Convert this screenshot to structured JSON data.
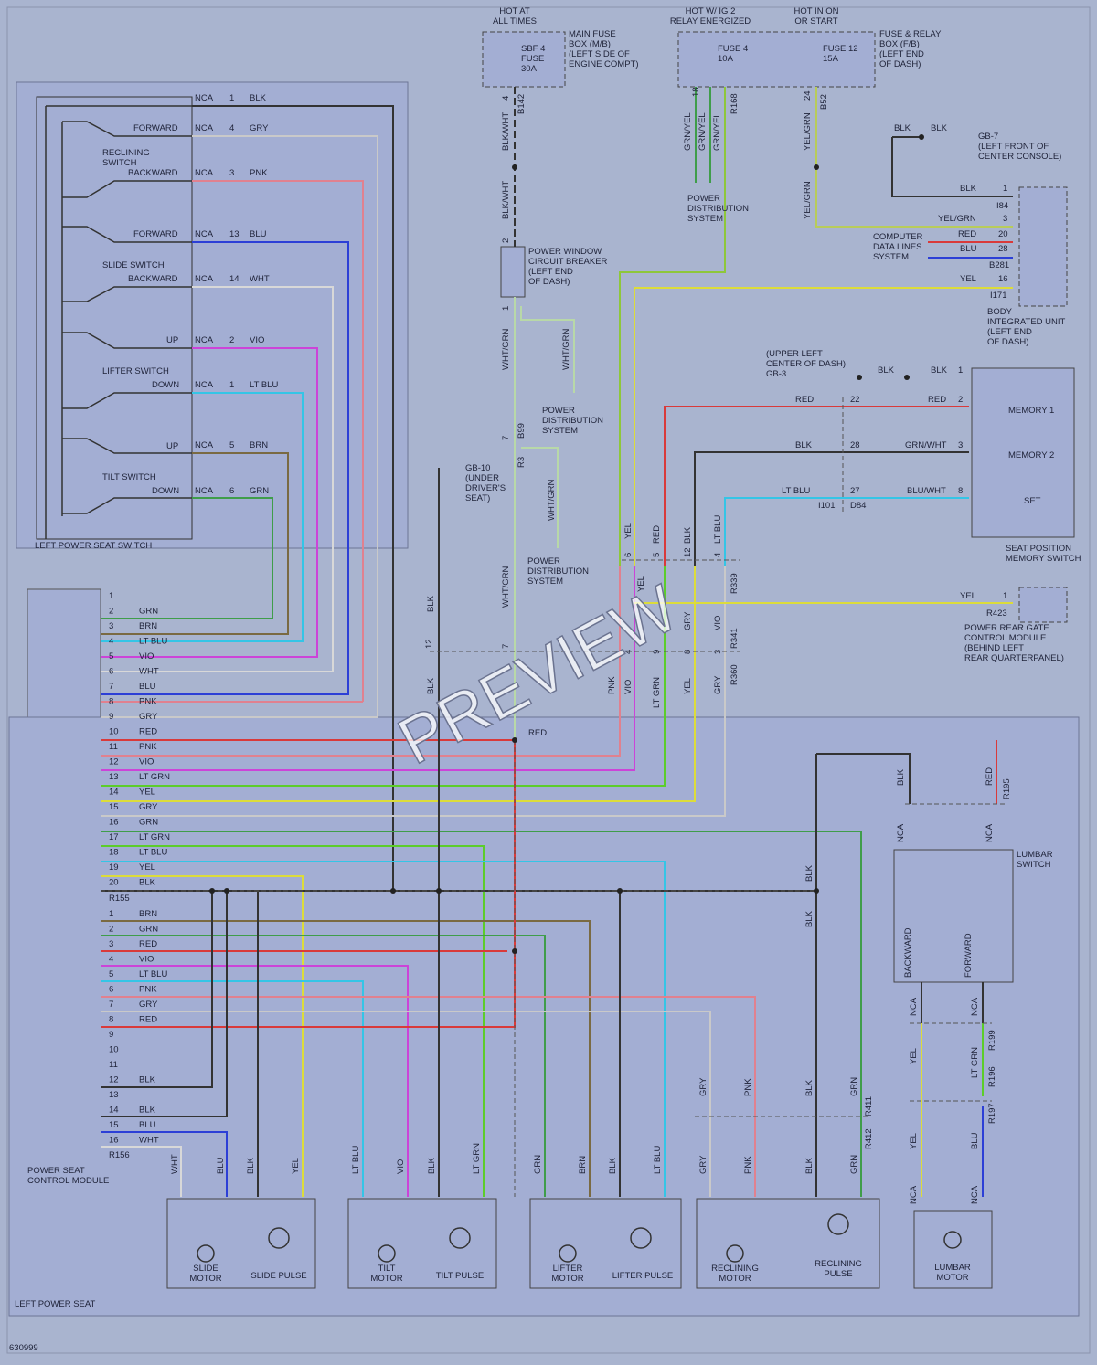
{
  "diagram_code": "630999",
  "watermark": "PREVIEW",
  "colors": {
    "bg": "#a9b4cf",
    "panel": "#a3aed3",
    "red": "#d93a3a",
    "green": "#3f9d4a",
    "blu": "#2c3fd6",
    "ltblu": "#34c5e6",
    "vio": "#cc44d8",
    "pnk": "#e0818f",
    "brn": "#7a6a42",
    "gry": "#c9c9c9",
    "wht": "#d8d8d8",
    "yel": "#dcdc3a",
    "blk": "#333333",
    "ltgrn": "#5ccd2a",
    "grnyel": "#8ec73a"
  },
  "power": {
    "hot_at_all_times": "HOT AT\nALL TIMES",
    "hot_ig2": "HOT W/ IG 2\nRELAY ENERGIZED",
    "hot_in_on": "HOT IN ON\nOR START",
    "main_fuse": "MAIN FUSE\nBOX (M/B)\n(LEFT SIDE OF\nENGINE COMPT)",
    "sbf4": "SBF 4\nFUSE\n30A",
    "fuse4": "FUSE 4\n10A",
    "fuse12": "FUSE 12\n15A",
    "fuse_relay": "FUSE & RELAY\nBOX (F/B)\n(LEFT END\nOF DASH)",
    "breaker": "POWER WINDOW\nCIRCUIT BREAKER\n(LEFT END\nOF DASH)",
    "pds": "POWER\nDISTRIBUTION\nSYSTEM",
    "gb10": "GB-10\n(UNDER\nDRIVER'S\nSEAT)",
    "gb7": "GB-7\n(LEFT FRONT OF\nCENTER CONSOLE)",
    "gb3": "(UPPER LEFT\nCENTER OF DASH)\nGB-3",
    "cdl": "COMPUTER\nDATA LINES\nSYSTEM",
    "biu": "BODY\nINTEGRATED UNIT\n(LEFT END\nOF DASH)",
    "spms": "SEAT POSITION\nMEMORY SWITCH",
    "prg": "POWER REAR GATE\nCONTROL MODULE\n(BEHIND LEFT\nREAR QUARTERPANEL)",
    "memory1": "MEMORY 1",
    "memory2": "MEMORY 2",
    "set": "SET"
  },
  "left_switch": {
    "title": "LEFT POWER SEAT SWITCH",
    "reclining": "RECLINING\nSWITCH",
    "slide": "SLIDE SWITCH",
    "lifter": "LIFTER SWITCH",
    "tilt": "TILT SWITCH",
    "forward": "FORWARD",
    "backward": "BACKWARD",
    "up": "UP",
    "down": "DOWN",
    "pins": [
      {
        "nca": "NCA",
        "pin": "1",
        "wire": "BLK"
      },
      {
        "nca": "NCA",
        "pin": "4",
        "wire": "GRY"
      },
      {
        "nca": "NCA",
        "pin": "3",
        "wire": "PNK"
      },
      {
        "nca": "NCA",
        "pin": "13",
        "wire": "BLU"
      },
      {
        "nca": "NCA",
        "pin": "14",
        "wire": "WHT"
      },
      {
        "nca": "NCA",
        "pin": "2",
        "wire": "VIO"
      },
      {
        "nca": "NCA",
        "pin": "1",
        "wire": "LT BLU"
      },
      {
        "nca": "NCA",
        "pin": "5",
        "wire": "BRN"
      },
      {
        "nca": "NCA",
        "pin": "6",
        "wire": "GRN"
      }
    ]
  },
  "module": {
    "title": "POWER SEAT\nCONTROL MODULE",
    "conn_a": "R155",
    "conn_b": "R156",
    "pins_a": [
      {
        "pin": "1",
        "wire": ""
      },
      {
        "pin": "2",
        "wire": "GRN"
      },
      {
        "pin": "3",
        "wire": "BRN"
      },
      {
        "pin": "4",
        "wire": "LT BLU"
      },
      {
        "pin": "5",
        "wire": "VIO"
      },
      {
        "pin": "6",
        "wire": "WHT"
      },
      {
        "pin": "7",
        "wire": "BLU"
      },
      {
        "pin": "8",
        "wire": "PNK"
      },
      {
        "pin": "9",
        "wire": "GRY"
      },
      {
        "pin": "10",
        "wire": "RED"
      },
      {
        "pin": "11",
        "wire": "PNK"
      },
      {
        "pin": "12",
        "wire": "VIO"
      },
      {
        "pin": "13",
        "wire": "LT GRN"
      },
      {
        "pin": "14",
        "wire": "YEL"
      },
      {
        "pin": "15",
        "wire": "GRY"
      },
      {
        "pin": "16",
        "wire": "GRN"
      },
      {
        "pin": "17",
        "wire": "LT GRN"
      },
      {
        "pin": "18",
        "wire": "LT BLU"
      },
      {
        "pin": "19",
        "wire": "YEL"
      },
      {
        "pin": "20",
        "wire": "BLK"
      }
    ],
    "pins_b": [
      {
        "pin": "1",
        "wire": "BRN"
      },
      {
        "pin": "2",
        "wire": "GRN"
      },
      {
        "pin": "3",
        "wire": "RED"
      },
      {
        "pin": "4",
        "wire": "VIO"
      },
      {
        "pin": "5",
        "wire": "LT BLU"
      },
      {
        "pin": "6",
        "wire": "PNK"
      },
      {
        "pin": "7",
        "wire": "GRY"
      },
      {
        "pin": "8",
        "wire": "RED"
      },
      {
        "pin": "9",
        "wire": ""
      },
      {
        "pin": "10",
        "wire": ""
      },
      {
        "pin": "11",
        "wire": ""
      },
      {
        "pin": "12",
        "wire": "BLK"
      },
      {
        "pin": "13",
        "wire": ""
      },
      {
        "pin": "14",
        "wire": "BLK"
      },
      {
        "pin": "15",
        "wire": "BLU"
      },
      {
        "pin": "16",
        "wire": "WHT"
      }
    ]
  },
  "seat": {
    "title": "LEFT POWER SEAT",
    "lumbar_switch": "LUMBAR\nSWITCH",
    "backward": "BACKWARD",
    "forward": "FORWARD",
    "motors": [
      {
        "label": "SLIDE\nMOTOR"
      },
      {
        "label": "SLIDE PULSE"
      },
      {
        "label": "TILT\nMOTOR"
      },
      {
        "label": "TILT PULSE"
      },
      {
        "label": "LIFTER\nMOTOR"
      },
      {
        "label": "LIFTER PULSE"
      },
      {
        "label": "RECLINING\nMOTOR"
      },
      {
        "label": "RECLINING\nPULSE"
      },
      {
        "label": "LUMBAR\nMOTOR"
      }
    ]
  },
  "labels": {
    "blk": "BLK",
    "red": "RED",
    "yel": "YEL",
    "grn": "GRN",
    "gry": "GRY",
    "pnk": "PNK",
    "vio": "VIO",
    "blu": "BLU",
    "wht": "WHT",
    "brn": "BRN",
    "ltblu": "LT BLU",
    "ltgrn": "LT GRN",
    "nca": "NCA",
    "grnyel": "GRN/YEL",
    "yelgrn": "YEL/GRN",
    "blkwht": "BLK/WHT",
    "whtgrn": "WHT/GRN",
    "grnwht": "GRN/WHT",
    "bluwht": "BLU/WHT",
    "B142": "B142",
    "R168": "R168",
    "B52": "B52",
    "B99": "B99",
    "R3": "R3",
    "I84": "I84",
    "B281": "B281",
    "I171": "I171",
    "I101": "I101",
    "D84": "D84",
    "R339": "R339",
    "R341": "R341",
    "R360": "R360",
    "R423": "R423",
    "R195": "R195",
    "R199": "R199",
    "R196": "R196",
    "R197": "R197",
    "R411": "R411",
    "R412": "R412",
    "n1": "1",
    "n2": "2",
    "n3": "3",
    "n4": "4",
    "n5": "5",
    "n6": "6",
    "n7": "7",
    "n8": "8",
    "n9": "9",
    "n12": "12",
    "n14": "14",
    "n16": "16",
    "n18": "18",
    "n20": "20",
    "n22": "22",
    "n24": "24",
    "n27": "27",
    "n28": "28"
  }
}
